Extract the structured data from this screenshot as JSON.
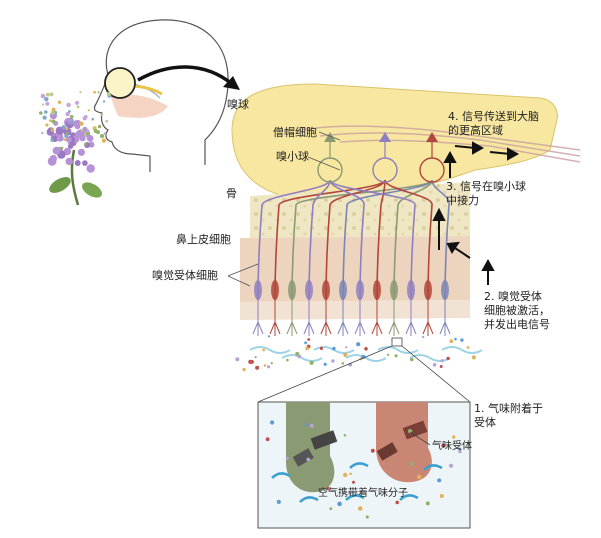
{
  "labels": {
    "olfactory_bulb": "嗅球",
    "mitral_cell": "僧帽细胞",
    "glomerulus": "嗅小球",
    "bone": "骨",
    "nasal_epithelium": "鼻上皮细胞",
    "receptor_cell": "嗅觉受体细胞",
    "odor_receptor": "气味受体",
    "air_molecules": "空气携带着气味分子"
  },
  "steps": [
    {
      "line1": "1. 气味附着于",
      "line2": "受体"
    },
    {
      "line1": "2. 嗅觉受体",
      "line2": "细胞被激活，",
      "line3": "并发出电信号"
    },
    {
      "line1": "3. 信号在嗅小球",
      "line2": "中接力"
    },
    {
      "line1": "4. 信号传送到大脑",
      "line2": "的更高区域"
    }
  ],
  "colors": {
    "bulb": "#f7e7a0",
    "bone": "#efe6c4",
    "epithelium": "#ecd4be",
    "neuron_red": "#b2463a",
    "neuron_purple": "#8f7fc0",
    "neuron_olive": "#8a9a72",
    "air_flow": "#9fd3e6",
    "inset_bg": "#eef5f8",
    "lilac": "#b693d6"
  }
}
